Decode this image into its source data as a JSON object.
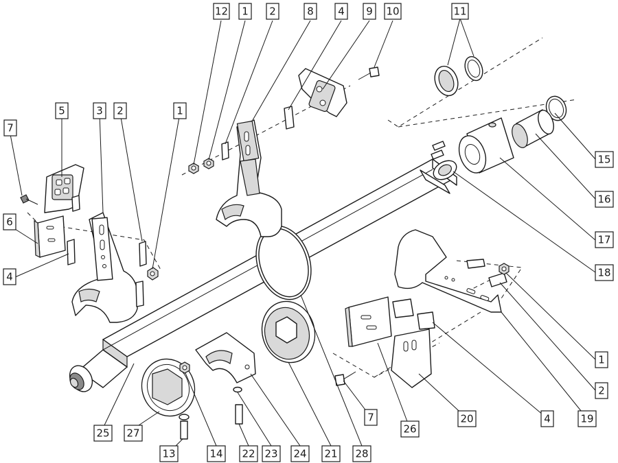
{
  "diagram": {
    "type": "exploded-parts-view",
    "callouts": [
      {
        "id": "c12",
        "label": "12"
      },
      {
        "id": "c1a",
        "label": "1"
      },
      {
        "id": "c2a",
        "label": "2"
      },
      {
        "id": "c8",
        "label": "8"
      },
      {
        "id": "c4a",
        "label": "4"
      },
      {
        "id": "c9",
        "label": "9"
      },
      {
        "id": "c10",
        "label": "10"
      },
      {
        "id": "c11",
        "label": "11"
      },
      {
        "id": "c7a",
        "label": "7"
      },
      {
        "id": "c5",
        "label": "5"
      },
      {
        "id": "c3",
        "label": "3"
      },
      {
        "id": "c2b",
        "label": "2"
      },
      {
        "id": "c1b",
        "label": "1"
      },
      {
        "id": "c6",
        "label": "6"
      },
      {
        "id": "c4b",
        "label": "4"
      },
      {
        "id": "c15",
        "label": "15"
      },
      {
        "id": "c16",
        "label": "16"
      },
      {
        "id": "c17",
        "label": "17"
      },
      {
        "id": "c18",
        "label": "18"
      },
      {
        "id": "c1c",
        "label": "1"
      },
      {
        "id": "c2c",
        "label": "2"
      },
      {
        "id": "c19",
        "label": "19"
      },
      {
        "id": "c4c",
        "label": "4"
      },
      {
        "id": "c20",
        "label": "20"
      },
      {
        "id": "c26",
        "label": "26"
      },
      {
        "id": "c7b",
        "label": "7"
      },
      {
        "id": "c28",
        "label": "28"
      },
      {
        "id": "c21",
        "label": "21"
      },
      {
        "id": "c24",
        "label": "24"
      },
      {
        "id": "c23",
        "label": "23"
      },
      {
        "id": "c22",
        "label": "22"
      },
      {
        "id": "c14",
        "label": "14"
      },
      {
        "id": "c13",
        "label": "13"
      },
      {
        "id": "c27",
        "label": "27"
      },
      {
        "id": "c25",
        "label": "25"
      }
    ]
  }
}
